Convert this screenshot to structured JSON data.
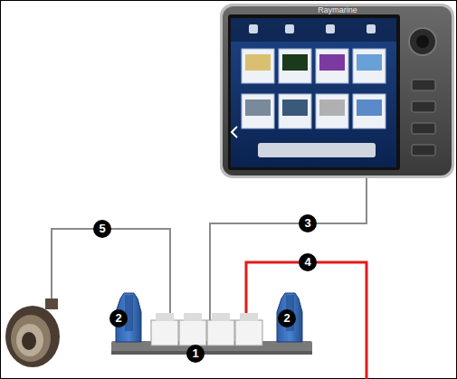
{
  "diagram": {
    "nodes": [
      {
        "text": [
          "Raymarine"
        ]
      }
    ],
    "labels": [
      "5",
      "2",
      "3",
      "4",
      "2",
      "1"
    ]
  }
}
